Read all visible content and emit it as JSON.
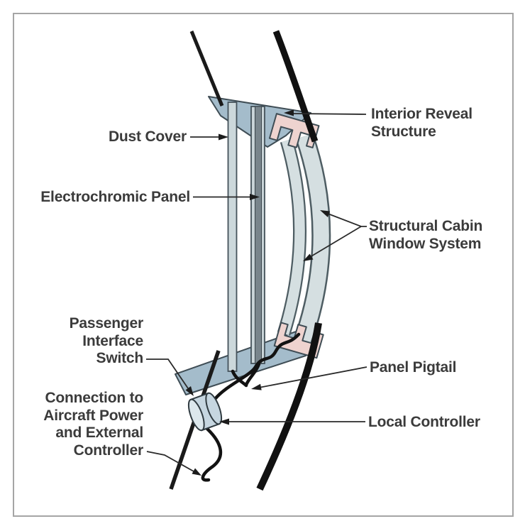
{
  "diagram": {
    "subject": "aircraft electrochromic cabin window cross-section",
    "labels": {
      "dust_cover": "Dust Cover",
      "electrochromic_panel": "Electrochromic Panel",
      "interior_reveal_structure": "Interior Reveal\nStructure",
      "structural_cabin_window_system": "Structural Cabin\nWindow System",
      "passenger_interface_switch": "Passenger\nInterface\nSwitch",
      "connection_to_aircraft_power": "Connection to\nAircraft Power\nand External\nController",
      "panel_pigtail": "Panel Pigtail",
      "local_controller": "Local Controller"
    },
    "colors": {
      "frame_border": "#a5a5a5",
      "reveal_structure_blue": "#a4bccb",
      "bracket_pink": "#eed3cf",
      "window_pane_fill": "#d5dfe1",
      "panel_fill": "#ccd8db",
      "electrochromic_dark": "#79858c",
      "part_outline": "#3f4d55",
      "structure_line_black": "#141414",
      "label_text": "#3b3b3b",
      "cylinder_fill": "#c6d6e0"
    }
  }
}
